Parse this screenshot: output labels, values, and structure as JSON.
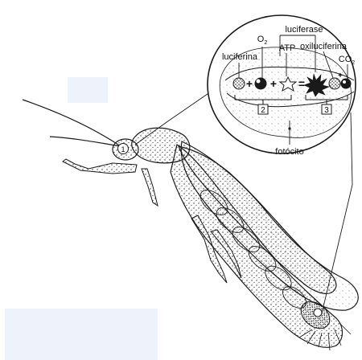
{
  "labels": {
    "luciferin": "luciferina",
    "oxygen_base": "O",
    "oxygen_sub": "2",
    "atp": "ATP",
    "luciferase": "luciferase",
    "oxyluciferin": "oxiluciferina",
    "co2_base": "CO",
    "co2_sub": "2",
    "plus": "+",
    "equals": "=",
    "step_2": "2",
    "step_3": "3",
    "photocyte": "fotócito",
    "marker_1": "1"
  },
  "colors": {
    "ink": "#1a1a1a",
    "stipple": "#3a3a3a",
    "paper": "#ffffff",
    "blank_patch": "#eef3fb"
  }
}
